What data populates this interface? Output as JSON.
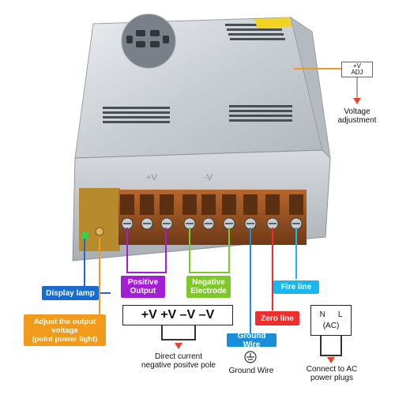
{
  "colors": {
    "purple": "#a31fd6",
    "green": "#7ec928",
    "sky": "#1ab6ee",
    "red": "#ef2d2d",
    "blue": "#1a8fd9",
    "orange": "#f29a1c",
    "navy": "#1a6bd0"
  },
  "adj_box": {
    "line1": "+V",
    "line2": "ADJ"
  },
  "voltage_adjustment": "Voltage\nadjustment",
  "labels": {
    "display_lamp": "Display lamp",
    "adjust_output": "Adjust the output\nvoltage\n(point power light)",
    "positive_output": "Positive\nOutput",
    "negative_electrode": "Negative\nElectrode",
    "fire_line": "Fire line",
    "zero_line": "Zero line",
    "ground_wire_label": "Ground Wire"
  },
  "terminals_box": "+V +V –V –V",
  "direct_current": "Direct current\nnegative positve pole",
  "ground_wire_caption": "Ground Wire",
  "ac_box": {
    "n": "N",
    "l": "L",
    "ac": "(AC)"
  },
  "connect_ac": "Connect to AC\npower plugs",
  "panel_marks": {
    "v_pos": "+V",
    "v_neg": "-V"
  }
}
